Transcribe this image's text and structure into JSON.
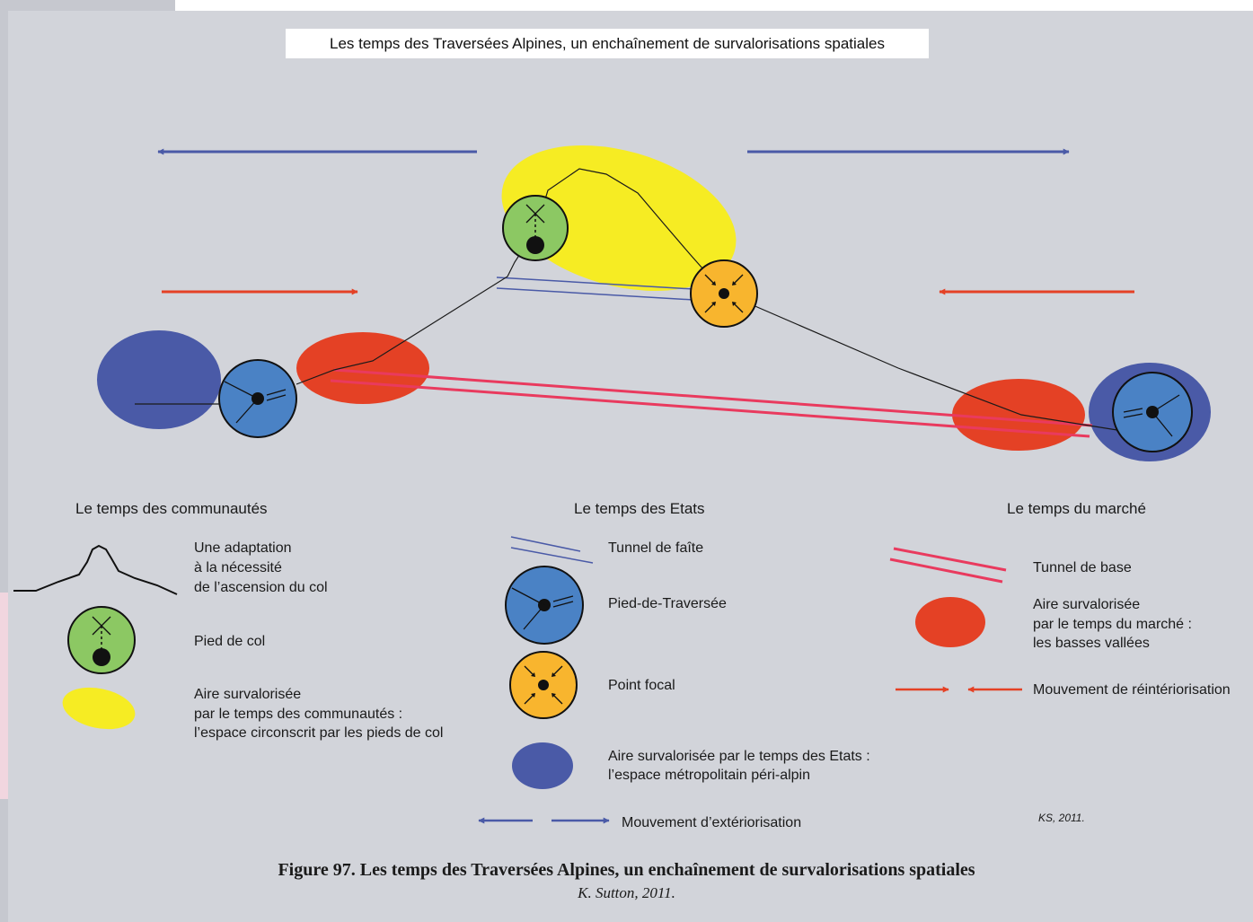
{
  "title": "Les temps des Traversées Alpines, un enchaînement de survalorisations spatiales",
  "columns": {
    "communautes": {
      "heading": "Le temps des communautés",
      "adaptation": [
        "Une adaptation",
        "à la nécessité",
        "de l’ascension du col"
      ],
      "pied_de_col": "Pied de col",
      "aire": [
        "Aire survalorisée",
        "par le temps des communautés :",
        "l’espace circonscrit par les pieds de col"
      ]
    },
    "etats": {
      "heading": "Le temps des Etats",
      "tunnel_faite": "Tunnel de faîte",
      "pied_traversee": "Pied-de-Traversée",
      "point_focal": "Point focal",
      "aire": [
        "Aire survalorisée par le temps des Etats :",
        "l’espace métropolitain péri-alpin"
      ],
      "mouvement": "Mouvement d’extériorisation"
    },
    "marche": {
      "heading": "Le temps du marché",
      "tunnel_base": "Tunnel de base",
      "aire": [
        "Aire survalorisée",
        "par le temps du marché :",
        "les basses vallées"
      ],
      "mouvement": "Mouvement de réintériorisation"
    }
  },
  "credit": "KS, 2011.",
  "caption": "Figure 97. Les temps des Traversées Alpines, un enchaînement de survalorisations spatiales",
  "caption_author": "K. Sutton, 2011.",
  "colors": {
    "background": "#d2d4da",
    "yellow": "#f6ec23",
    "red": "#e44125",
    "navy": "#4a5aa7",
    "blue": "#4a82c5",
    "green": "#8cc863",
    "orange": "#f8b52e",
    "pink": "#e93a5e",
    "arrow_blue": "#4a5aa7",
    "arrow_red": "#e44125"
  }
}
